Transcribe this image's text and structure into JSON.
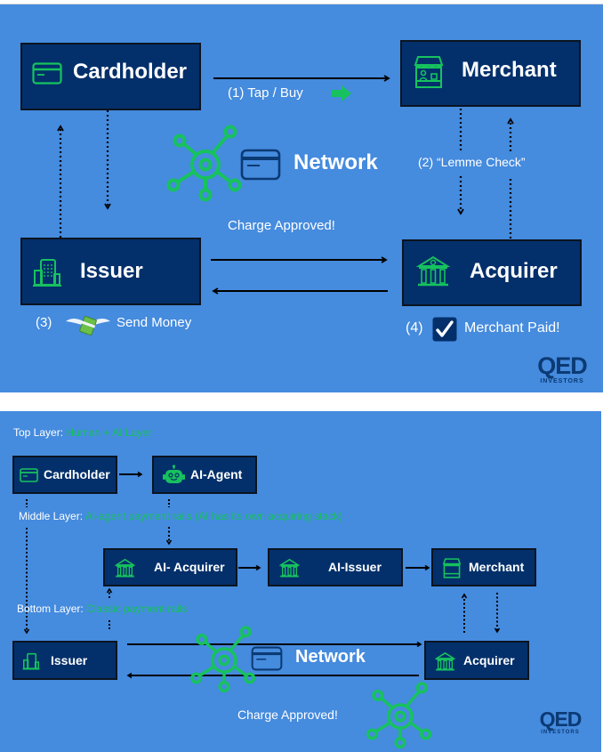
{
  "colors": {
    "panel_bg": "#458bde",
    "box_bg": "#03306b",
    "accent_green": "#17c25e",
    "logo_navy": "#0b3a74"
  },
  "top_diagram": {
    "nodes": {
      "cardholder": "Cardholder",
      "merchant": "Merchant",
      "issuer": "Issuer",
      "acquirer": "Acquirer",
      "network": "Network"
    },
    "steps": {
      "step1": "(1)  Tap / Buy",
      "step2": "(2) “Lemme Check”",
      "step3_num": "(3)",
      "step3_text": "Send Money",
      "step4_num": "(4)",
      "step4_text": "Merchant Paid!",
      "approved": "Charge Approved!"
    },
    "logo": {
      "main": "QED",
      "sub": "INVESTORS"
    }
  },
  "bottom_diagram": {
    "layers": {
      "top_label": "Top Layer:",
      "top_desc": "Human + AI Layer",
      "middle_label": "Middle Layer:",
      "middle_desc": "AI-agent payment rails (AI has its own acquiring stack)",
      "bottom_label": "Bottom Layer:",
      "bottom_desc": "Classic payment rails"
    },
    "nodes": {
      "cardholder": "Cardholder",
      "ai_agent": "AI-Agent",
      "ai_acquirer": "AI- Acquirer",
      "ai_issuer": "AI-Issuer",
      "merchant": "Merchant",
      "issuer": "Issuer",
      "acquirer": "Acquirer",
      "network": "Network"
    },
    "approved": "Charge Approved!",
    "logo": {
      "main": "QED",
      "sub": "INVESTORS"
    }
  }
}
